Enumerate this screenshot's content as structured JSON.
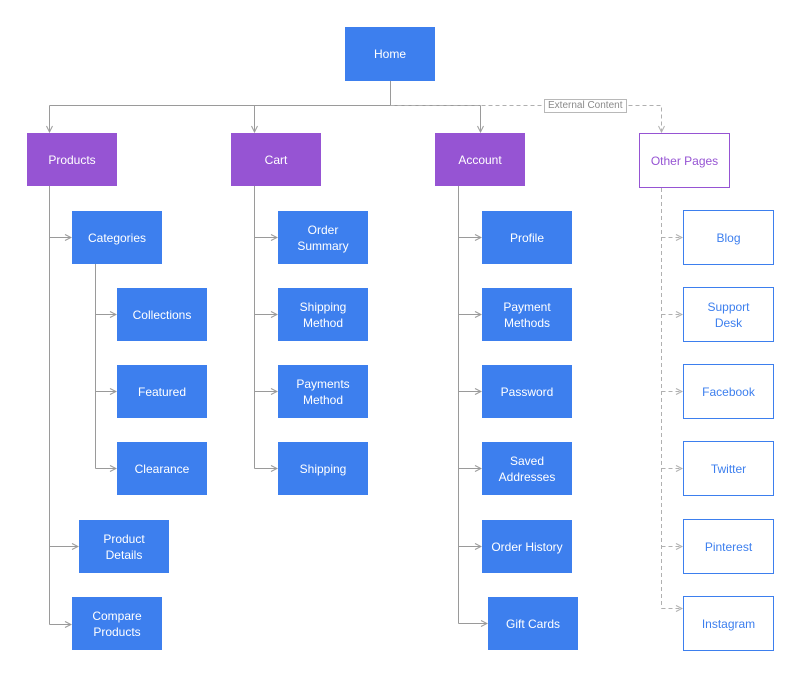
{
  "diagram": {
    "home": "Home",
    "sections": {
      "products": "Products",
      "cart": "Cart",
      "account": "Account",
      "other_pages": "Other Pages"
    },
    "external_label": "External Content",
    "products": {
      "categories": "Categories",
      "collections": "Collections",
      "featured": "Featured",
      "clearance": "Clearance",
      "product_details": "Product\nDetails",
      "compare_products": "Compare\nProducts"
    },
    "cart": {
      "order_summary": "Order\nSummary",
      "shipping_method": "Shipping\nMethod",
      "payments_method": "Payments\nMethod",
      "shipping": "Shipping"
    },
    "account": {
      "profile": "Profile",
      "payment_methods": "Payment\nMethods",
      "password": "Password",
      "saved_addresses": "Saved\nAddresses",
      "order_history": "Order History",
      "gift_cards": "Gift Cards"
    },
    "other_pages": {
      "blog": "Blog",
      "support_desk": "Support\nDesk",
      "facebook": "Facebook",
      "twitter": "Twitter",
      "pinterest": "Pinterest",
      "instagram": "Instagram"
    }
  },
  "colors": {
    "node_blue": "#3d7fee",
    "node_purple": "#9654d3",
    "connector": "#9a9a9a",
    "external_connector": "#b0b0b0"
  }
}
